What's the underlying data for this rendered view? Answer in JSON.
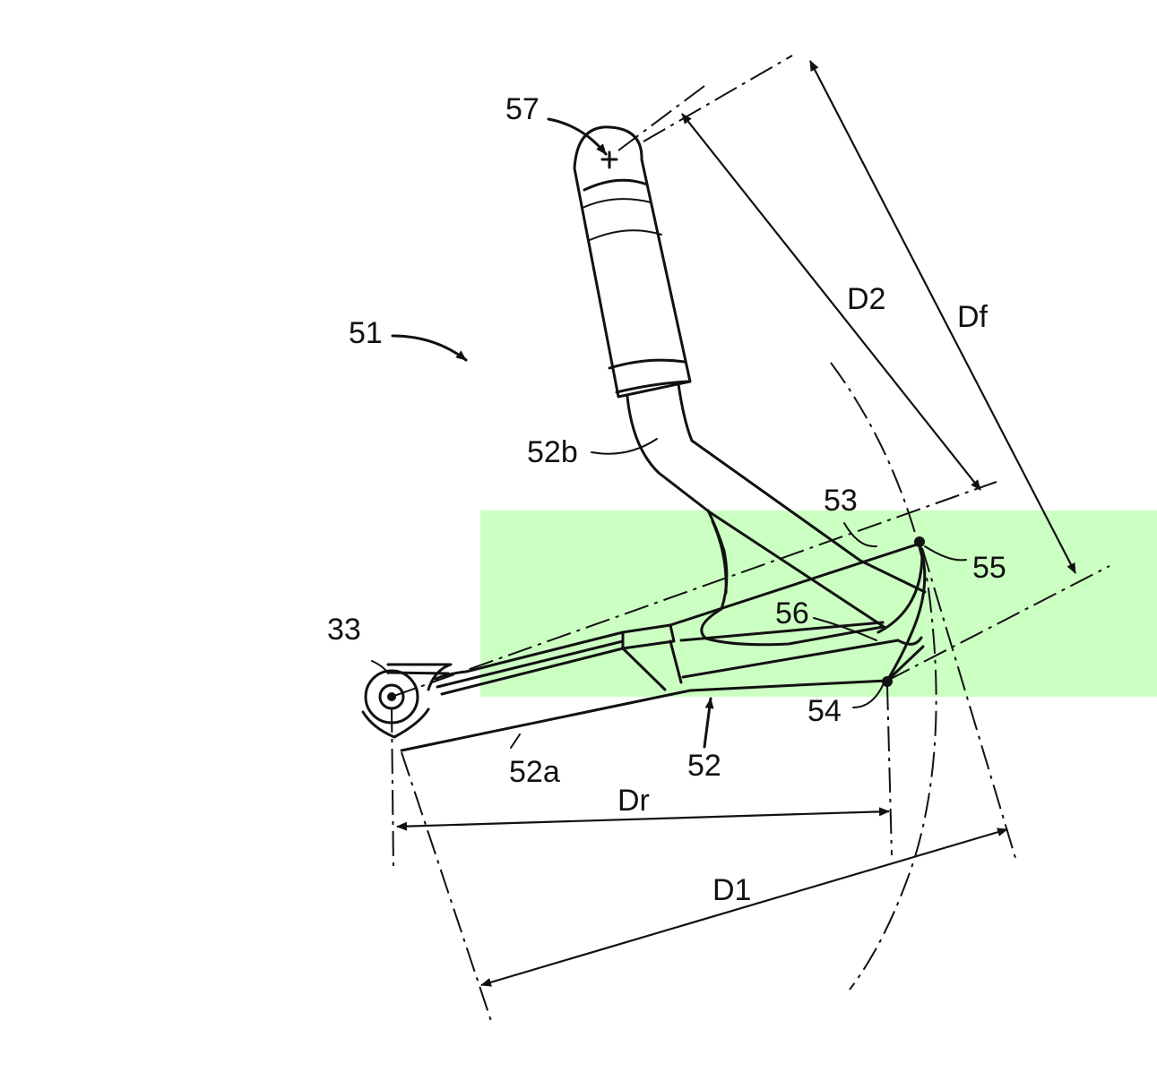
{
  "highlight": {
    "color": "#ccffc2"
  },
  "labels": {
    "r57": "57",
    "r51": "51",
    "r52b": "52b",
    "r53": "53",
    "r55": "55",
    "r56": "56",
    "r33": "33",
    "r54": "54",
    "r52a": "52a",
    "r52": "52",
    "Dr": "Dr",
    "D1": "D1",
    "D2": "D2",
    "Df": "Df"
  }
}
